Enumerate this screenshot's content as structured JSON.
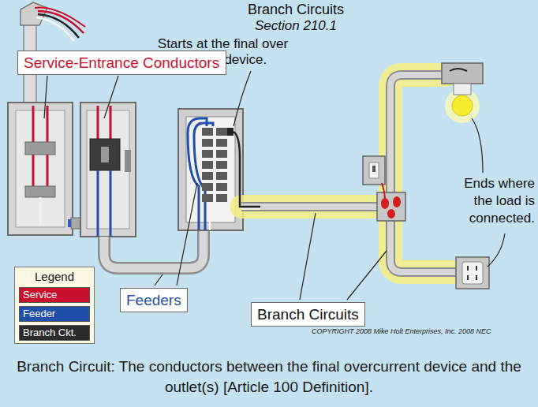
{
  "diagram": {
    "title": "Branch Circuits",
    "caption": "Branch Circuit: The conductors between the final overcurrent device and the outlet(s) [Article 100 Definition].",
    "nodes": [
      {
        "text": [
          "Service-Entrance Conductors"
        ]
      },
      {
        "text": [
          "Legend"
        ]
      },
      {
        "text": [
          "Feeders"
        ]
      },
      {
        "text": [
          "Branch Circuits"
        ]
      }
    ],
    "labels": [
      "Section 210.1",
      "Starts at the final over current device.",
      "Ends where the load is connected.",
      "COPYRIGHT 2008 Mike Holt Enterprises, Inc. 2008 NEC"
    ],
    "legend": [
      {
        "text": "Service",
        "color": "#c8102e"
      },
      {
        "text": "Feeder",
        "color": "#1f4fa8"
      },
      {
        "text": "Branch Ckt.",
        "color": "#2b2b2b"
      }
    ]
  }
}
